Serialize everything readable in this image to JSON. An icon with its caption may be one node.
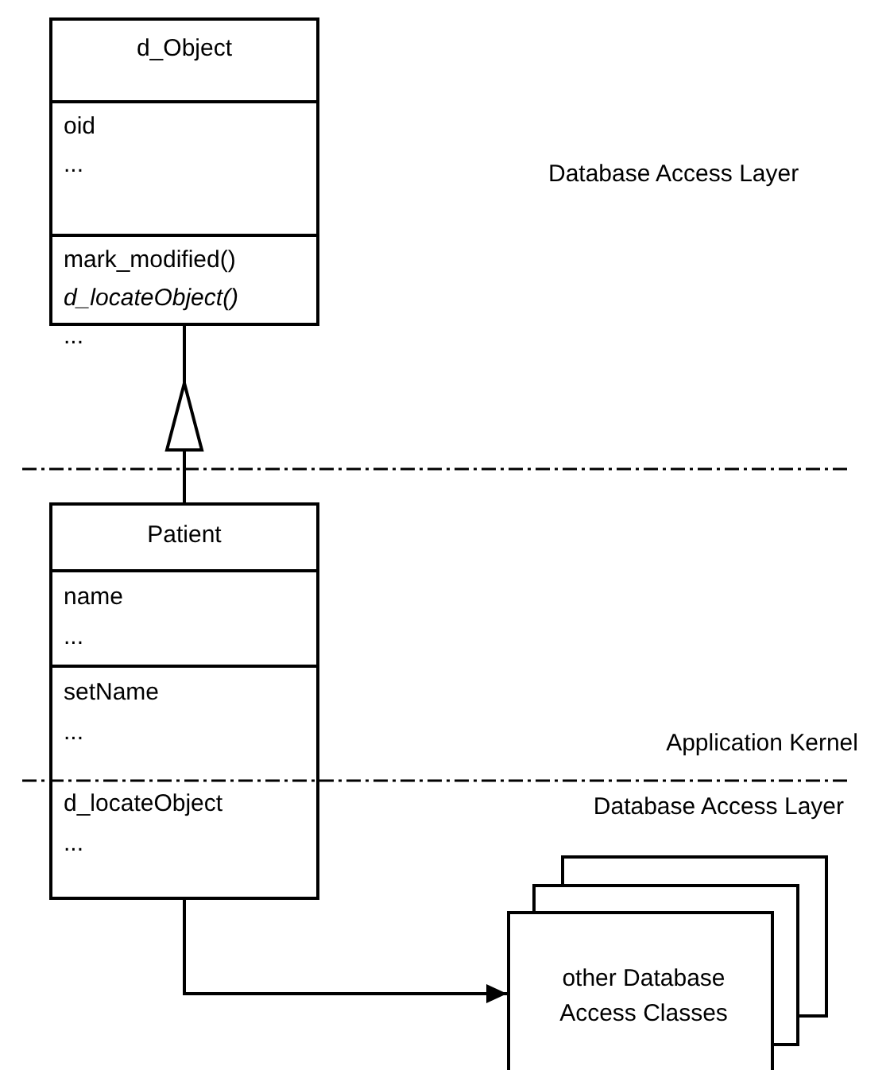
{
  "diagram": {
    "nodes": [
      {
        "text": [
          "d_Object",
          "oid",
          "...",
          "mark_modified()",
          "d_locateObject()",
          "..."
        ]
      },
      {
        "text": [
          "Patient",
          "name",
          "...",
          "setName",
          "...",
          "d_locateObject",
          "..."
        ]
      },
      {
        "text": [
          "other Database Access Classes"
        ]
      }
    ],
    "edges": [
      {
        "from": 1,
        "to": 0,
        "arrow": "to"
      },
      {
        "from": 1,
        "to": 2,
        "arrow": "to"
      }
    ],
    "labels": [
      "Database Access Layer",
      "Application Kernel",
      "Database Access Layer"
    ]
  }
}
